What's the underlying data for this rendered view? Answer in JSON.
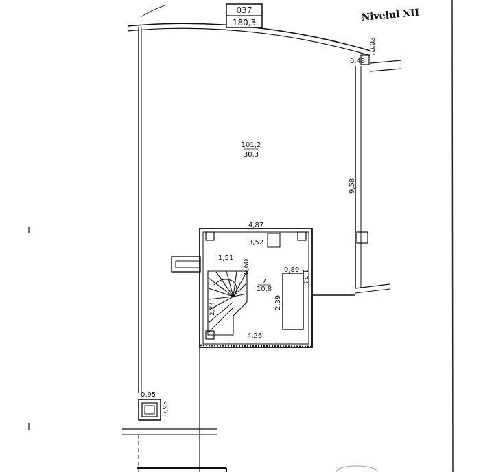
{
  "stamp": {
    "number": "037",
    "area": "180,3"
  },
  "level_label": "Nivelul XII",
  "main_room": {
    "number": "101,2",
    "area": "30,3"
  },
  "stair_room": {
    "number": "7",
    "area": "10,8"
  },
  "dimensions": {
    "top_right_a": "0,03",
    "top_right_b": "0,48",
    "right_wall": "9,58",
    "stair_top": "4,87",
    "stair_inner": "3,52",
    "stair_left": "1,51",
    "stair_mid": "0,60",
    "stair_right_a": "0,89",
    "stair_right_b": "1,24",
    "stair_height": "2,39",
    "stair_side": "2,74",
    "stair_bottom": "4,26",
    "shaft_w": "0,95",
    "shaft_h": "0,95"
  },
  "colors": {
    "line": "#111111",
    "paper": "#ffffff"
  }
}
